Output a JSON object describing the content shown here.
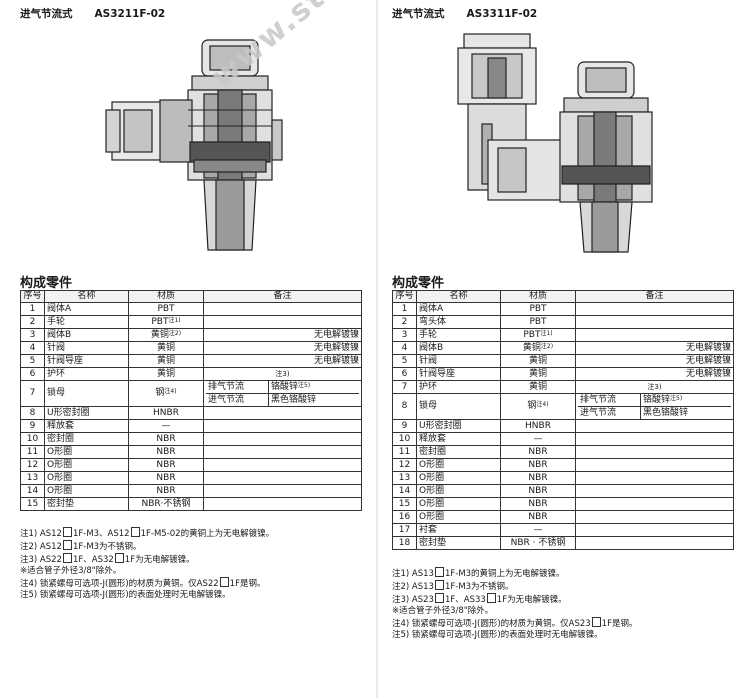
{
  "watermark": "www.ste",
  "left": {
    "type_label": "进气节流式",
    "model": "AS3211F-02",
    "section_title": "构成零件",
    "headers": {
      "no": "序号",
      "name": "名称",
      "material": "材质",
      "note": "备注"
    },
    "rows": [
      {
        "no": "1",
        "name": "阀体A",
        "material": "PBT",
        "note": ""
      },
      {
        "no": "2",
        "name": "手轮",
        "material": "PBT",
        "material_sup": "注1)",
        "note": ""
      },
      {
        "no": "3",
        "name": "阀体B",
        "material": "黄铜",
        "material_sup": "注2)",
        "note": "无电解镀镍"
      },
      {
        "no": "4",
        "name": "针阀",
        "material": "黄铜",
        "note": "无电解镀镍"
      },
      {
        "no": "5",
        "name": "针阀导座",
        "material": "黄铜",
        "note": "无电解镀镍"
      },
      {
        "no": "6",
        "name": "护环",
        "material": "黄铜",
        "note": "注3)"
      }
    ],
    "row7": {
      "no": "7",
      "name": "锁母",
      "material": "钢",
      "material_sup": "注4)",
      "sub": [
        {
          "type": "排气节流",
          "value": "铬酸锌",
          "value_sup": "注5)"
        },
        {
          "type": "进气节流",
          "value": "黑色铬酸锌"
        }
      ]
    },
    "rows_after": [
      {
        "no": "8",
        "name": "U形密封圈",
        "material": "HNBR",
        "note": ""
      },
      {
        "no": "9",
        "name": "释放套",
        "material": "—",
        "note": ""
      },
      {
        "no": "10",
        "name": "密封圈",
        "material": "NBR",
        "note": ""
      },
      {
        "no": "11",
        "name": "O形圈",
        "material": "NBR",
        "note": ""
      },
      {
        "no": "12",
        "name": "O形圈",
        "material": "NBR",
        "note": ""
      },
      {
        "no": "13",
        "name": "O形圈",
        "material": "NBR",
        "note": ""
      },
      {
        "no": "14",
        "name": "O形圈",
        "material": "NBR",
        "note": ""
      },
      {
        "no": "15",
        "name": "密封垫",
        "material": "NBR·不锈钢",
        "note": ""
      }
    ],
    "footnotes": [
      [
        "注1) AS12",
        "1F-M3、AS12",
        "1F-M5-02的黄铜上为无电解镀镍。"
      ],
      [
        "注2) AS12",
        "1F-M3为不锈钢。"
      ],
      [
        "注3) AS22",
        "1F、AS32",
        "1F为无电解镀镍。"
      ],
      [
        "※适合管子外径3/8\"除外。"
      ],
      [
        "注4) 锁紧螺母可选项-J(圆形)的材质为黄铜。仅AS22",
        "1F是钢。"
      ],
      [
        "注5) 锁紧螺母可选项-J(圆形)的表面处理时无电解镀镍。"
      ]
    ]
  },
  "right": {
    "type_label": "进气节流式",
    "model": "AS3311F-02",
    "section_title": "构成零件",
    "headers": {
      "no": "序号",
      "name": "名称",
      "material": "材质",
      "note": "备注"
    },
    "rows": [
      {
        "no": "1",
        "name": "阀体A",
        "material": "PBT",
        "note": ""
      },
      {
        "no": "2",
        "name": "弯头体",
        "material": "PBT",
        "note": ""
      },
      {
        "no": "3",
        "name": "手轮",
        "material": "PBT",
        "material_sup": "注1)",
        "note": ""
      },
      {
        "no": "4",
        "name": "阀体B",
        "material": "黄铜",
        "material_sup": "注2)",
        "note": "无电解镀镍"
      },
      {
        "no": "5",
        "name": "针阀",
        "material": "黄铜",
        "note": "无电解镀镍"
      },
      {
        "no": "6",
        "name": "针阀导座",
        "material": "黄铜",
        "note": "无电解镀镍"
      },
      {
        "no": "7",
        "name": "护环",
        "material": "黄铜",
        "note": "注3)"
      }
    ],
    "row8": {
      "no": "8",
      "name": "锁母",
      "material": "钢",
      "material_sup": "注4)",
      "sub": [
        {
          "type": "排气节流",
          "value": "铬酸锌",
          "value_sup": "注5)"
        },
        {
          "type": "进气节流",
          "value": "黑色铬酸锌"
        }
      ]
    },
    "rows_after": [
      {
        "no": "9",
        "name": "U形密封圈",
        "material": "HNBR",
        "note": ""
      },
      {
        "no": "10",
        "name": "释放套",
        "material": "—",
        "note": ""
      },
      {
        "no": "11",
        "name": "密封圈",
        "material": "NBR",
        "note": ""
      },
      {
        "no": "12",
        "name": "O形圈",
        "material": "NBR",
        "note": ""
      },
      {
        "no": "13",
        "name": "O形圈",
        "material": "NBR",
        "note": ""
      },
      {
        "no": "14",
        "name": "O形圈",
        "material": "NBR",
        "note": ""
      },
      {
        "no": "15",
        "name": "O形圈",
        "material": "NBR",
        "note": ""
      },
      {
        "no": "16",
        "name": "O形圈",
        "material": "NBR",
        "note": ""
      },
      {
        "no": "17",
        "name": "衬套",
        "material": "—",
        "note": ""
      },
      {
        "no": "18",
        "name": "密封垫",
        "material": "NBR · 不锈钢",
        "note": ""
      }
    ],
    "footnotes": [
      [
        "注1) AS13",
        "1F-M3的黄铜上为无电解镀镍。"
      ],
      [
        "注2) AS13",
        "1F-M3为不锈钢。"
      ],
      [
        "注3) AS23",
        "1F、AS33",
        "1F为无电解镀镍。"
      ],
      [
        "※适合管子外径3/8\"除外。"
      ],
      [
        "注4) 锁紧螺母可选项-J(圆形)的材质为黄铜。仅AS23",
        "1F是钢。"
      ],
      [
        "注5) 锁紧螺母可选项-J(圆形)的表面处理时无电解镀镍。"
      ]
    ]
  }
}
